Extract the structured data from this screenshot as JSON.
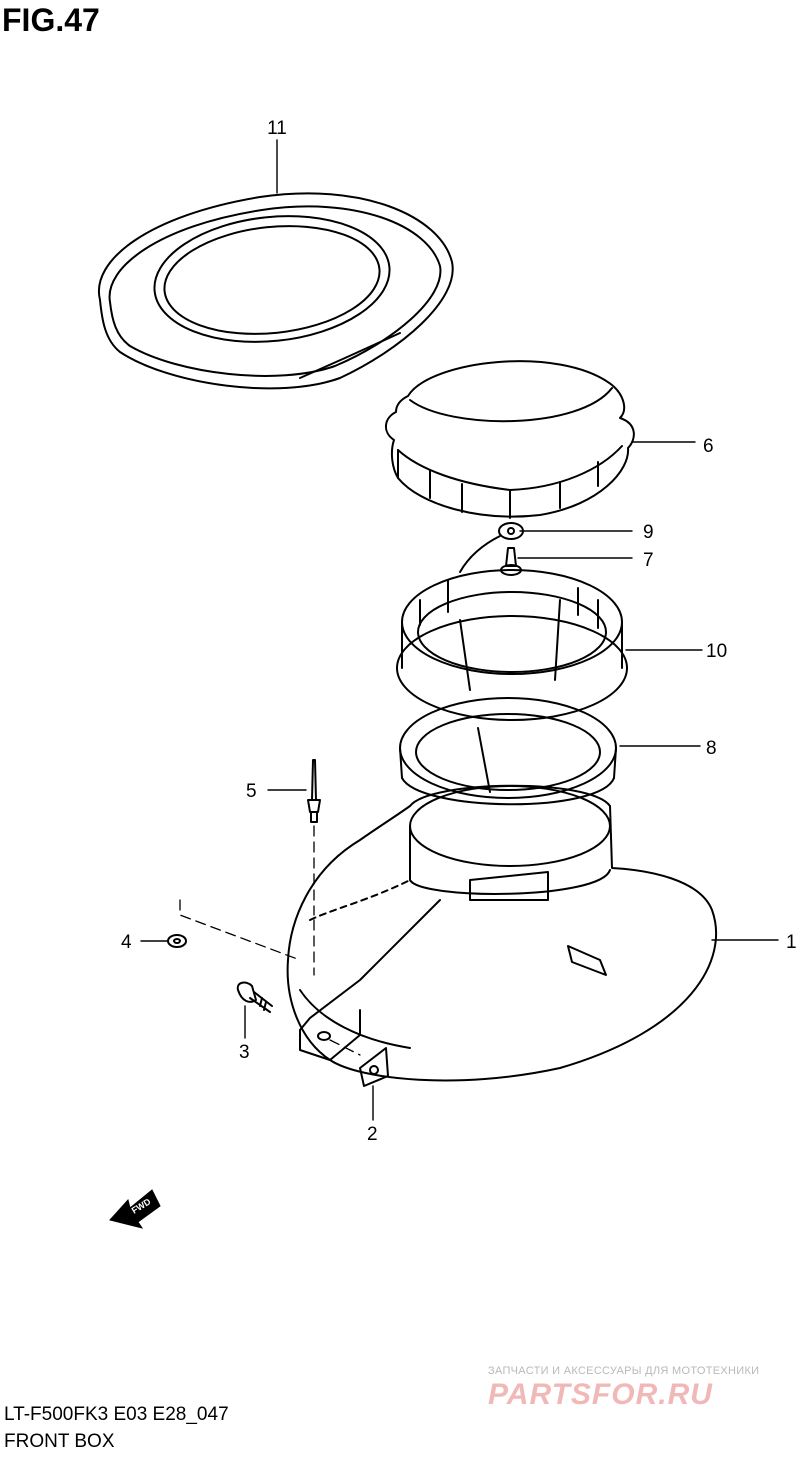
{
  "figure": {
    "title": "FIG.47",
    "model_code": "LT-F500FK3 E03 E28_047",
    "caption": "FRONT BOX"
  },
  "callouts": [
    "11",
    "6",
    "9",
    "7",
    "10",
    "8",
    "5",
    "4",
    "1",
    "3",
    "2"
  ],
  "direction_label": "FWD",
  "watermark": {
    "subtitle": "ЗАПЧАСТИ И АКСЕССУАРЫ ДЛЯ МОТОТЕХНИКИ",
    "logo": "PARTSFOR.RU"
  }
}
